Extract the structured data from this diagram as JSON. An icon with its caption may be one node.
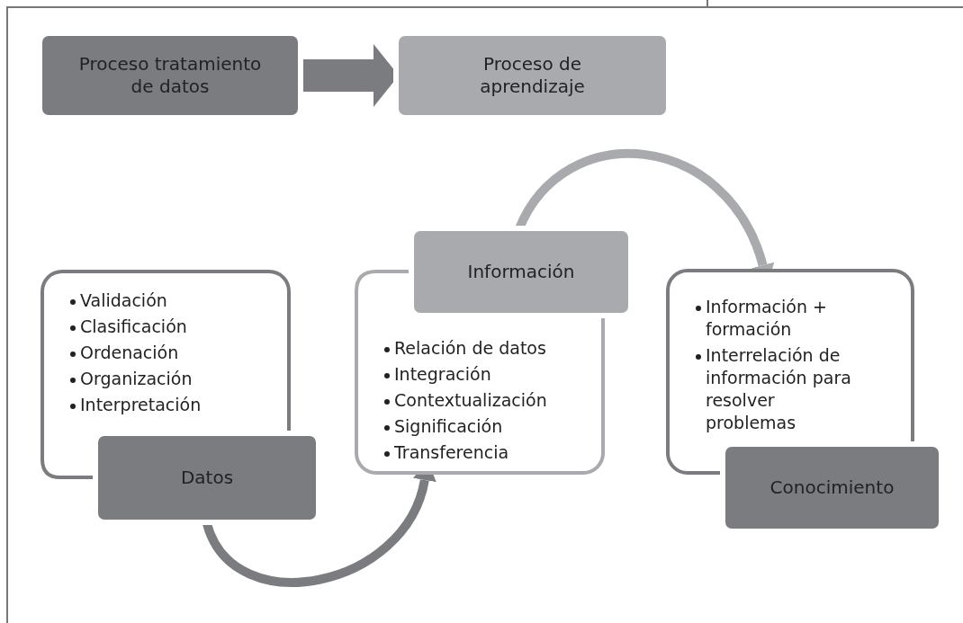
{
  "diagram": {
    "nodes": [
      {
        "text": [
          "Proceso tratamiento de datos"
        ]
      },
      {
        "text": [
          "Proceso de aprendizaje"
        ]
      },
      {
        "text": [
          "Validación",
          "Clasificación",
          "Ordenación",
          "Organización",
          "Interpretación"
        ]
      },
      {
        "text": [
          "Datos"
        ]
      },
      {
        "text": [
          "Información"
        ]
      },
      {
        "text": [
          "Relación de datos",
          "Integración",
          "Contextualización",
          "Significación",
          "Transferencia"
        ]
      },
      {
        "text": [
          "Información + formación",
          "Interrelación de información para resolver problemas"
        ]
      },
      {
        "text": [
          "Conocimiento"
        ]
      }
    ],
    "edges": [
      {
        "from": 0,
        "to": 1,
        "arrow": "to",
        "style": "thick"
      },
      {
        "from": 3,
        "to": 5,
        "arrow": "to"
      },
      {
        "from": 4,
        "to": 6,
        "arrow": "to",
        "color": "#a9aaae"
      }
    ]
  }
}
